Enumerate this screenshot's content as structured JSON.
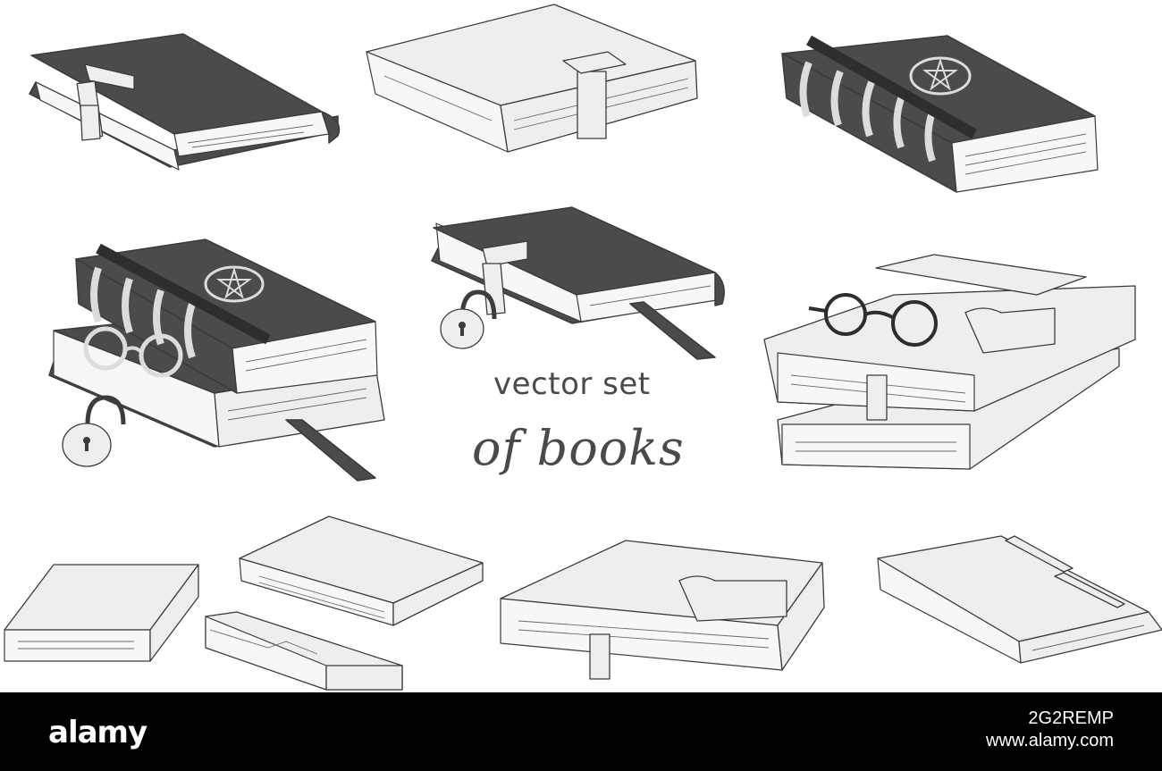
{
  "caption": {
    "line1": "vector set",
    "line2": "of books"
  },
  "watermark": {
    "brand": "alamy",
    "image_id": "2G2REMP",
    "site": "www.alamy.com"
  },
  "colors": {
    "dark_cover": "#4b4b4b",
    "light_cover": "#eeeeee",
    "outline": "#3c3c3c",
    "pages": "#f6f6f6",
    "footer": "#000000"
  }
}
